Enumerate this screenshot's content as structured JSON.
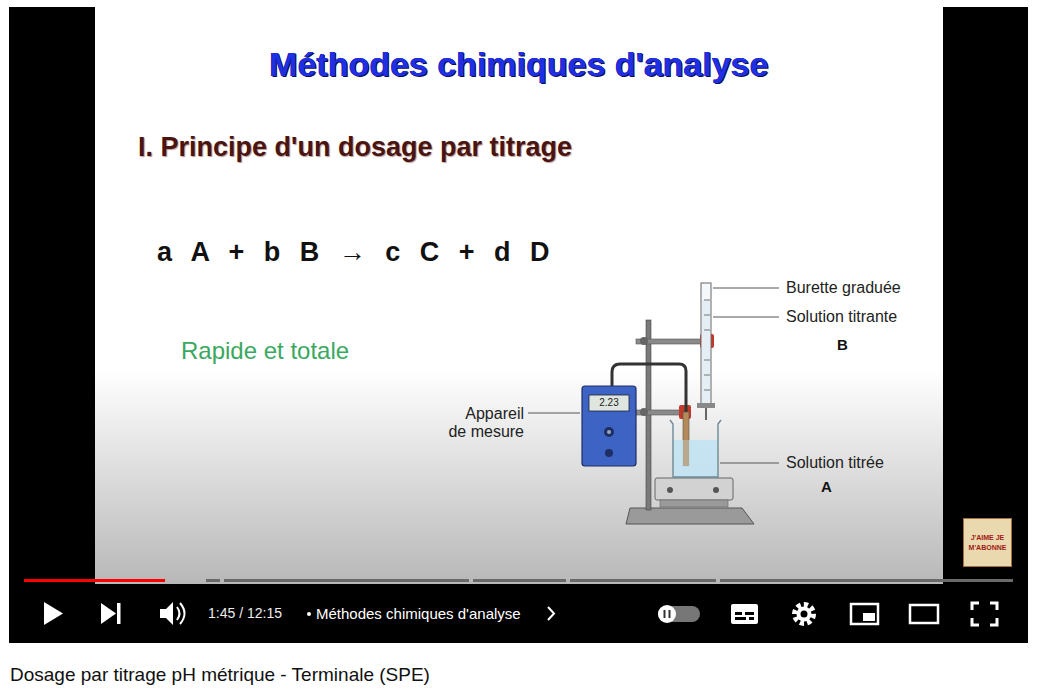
{
  "diagram": {
    "title": "Méthodes chimiques d'analyse",
    "caption": "Dosage par titrage pH métrique - Terminale (SPE)",
    "nodes": [
      {
        "text": [
          "J'AIME JE M'ABONNE"
        ]
      }
    ],
    "labels": [
      "I. Principe d'un dosage par titrage",
      "a A + b B → c C + d D",
      "Rapide et totale",
      "Burette graduée",
      "Solution titrante",
      "B",
      "Appareil de mesure",
      "Solution titrée",
      "A",
      "2.23",
      "1:45 / 12:15",
      "Méthodes chimiques d'analyse"
    ]
  }
}
